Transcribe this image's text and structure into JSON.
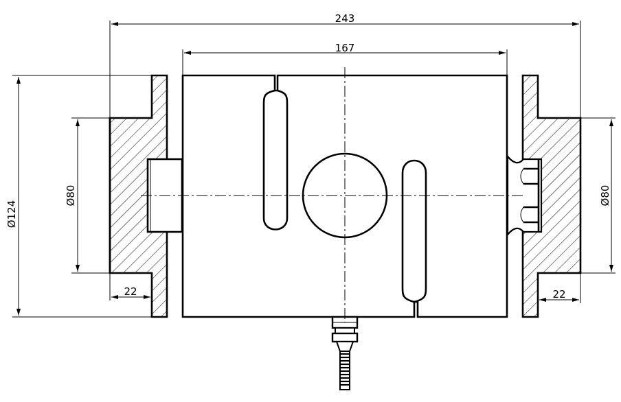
{
  "dimensions": {
    "overall_width": "243",
    "body_width": "167",
    "flange_diameter": "Ø124",
    "left_boss_diameter": "Ø80",
    "right_boss_diameter": "Ø80",
    "left_boss_depth": "22",
    "right_boss_depth": "22"
  }
}
